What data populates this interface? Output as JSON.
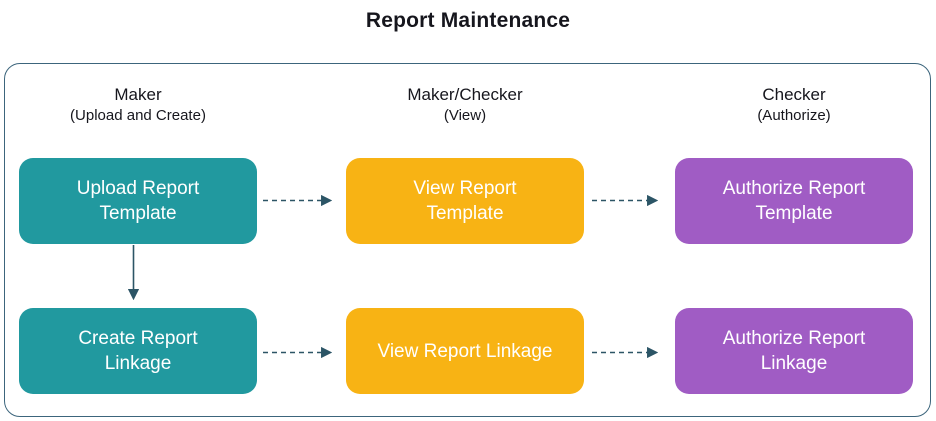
{
  "title": "Report Maintenance",
  "columns": [
    {
      "role": "Maker",
      "action": "(Upload and Create)"
    },
    {
      "role": "Maker/Checker",
      "action": "(View)"
    },
    {
      "role": "Checker",
      "action": "(Authorize)"
    }
  ],
  "boxes": [
    {
      "id": "upload-report-template",
      "label": "Upload Report\nTemplate",
      "color": "#21999f"
    },
    {
      "id": "view-report-template",
      "label": "View Report\nTemplate",
      "color": "#f8b314"
    },
    {
      "id": "authorize-report-template",
      "label": "Authorize Report\nTemplate",
      "color": "#a05cc4"
    },
    {
      "id": "create-report-linkage",
      "label": "Create Report\nLinkage",
      "color": "#21999f"
    },
    {
      "id": "view-report-linkage",
      "label": "View Report Linkage",
      "color": "#f8b314"
    },
    {
      "id": "authorize-report-linkage",
      "label": "Authorize Report\nLinkage",
      "color": "#a05cc4"
    }
  ],
  "connections": [
    {
      "from": "upload-report-template",
      "to": "view-report-template",
      "style": "dashed"
    },
    {
      "from": "view-report-template",
      "to": "authorize-report-template",
      "style": "dashed"
    },
    {
      "from": "upload-report-template",
      "to": "create-report-linkage",
      "style": "solid"
    },
    {
      "from": "create-report-linkage",
      "to": "view-report-linkage",
      "style": "dashed"
    },
    {
      "from": "view-report-linkage",
      "to": "authorize-report-linkage",
      "style": "dashed"
    }
  ],
  "colors": {
    "teal": "#21999f",
    "yellow": "#f8b314",
    "purple": "#a05cc4",
    "arrow": "#2c5566",
    "frame_border": "#3c657c",
    "box_text": "#ffffff",
    "heading_text": "#16161d"
  }
}
